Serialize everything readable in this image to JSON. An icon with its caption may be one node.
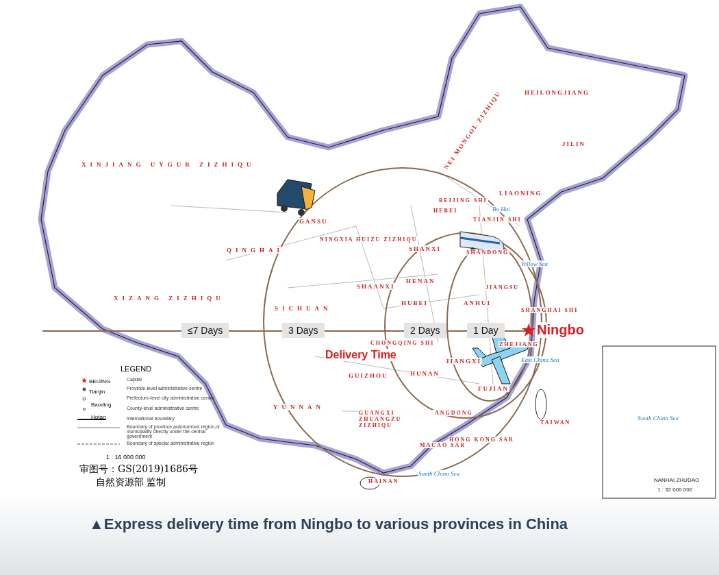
{
  "diagram": {
    "caption": "▲Express delivery time from Ningbo to various provinces in China",
    "nodes": [
      {
        "text": [
          "Ningbo"
        ]
      }
    ],
    "edges": [],
    "labels": [
      "HEILONGJIANG",
      "JILIN",
      "NEI MONGOL ZIZHIQU",
      "XINJIANG UYGUR ZIZHIQU",
      "LIAONING",
      "BEIJING SHI",
      "TIANJIN SHI",
      "HEBEI",
      "GANSU",
      "NINGXIA HUIZU ZIZHIQU",
      "SHANXI",
      "QINGHAI",
      "SHANDONG",
      "SHAANXI",
      "HENAN",
      "JIANGSU",
      "XIZANG ZIZHIQU",
      "SICHUAN",
      "HUBEI",
      "ANHUI",
      "SHANGHAI SHI",
      "CHONGQING SHI",
      "ZHEJIANG",
      "HUNAN",
      "JIANGXI",
      "GUIZHOU",
      "FUJIAN",
      "TAIWAN",
      "YUNNAN",
      "GUANGDONG",
      "GUANGXI ZHUANGZU ZIZHIQU",
      "HONG KONG SAR",
      "MACAO SAR",
      "HAINAN",
      "Bo Hai",
      "Yellow Sea",
      "East China Sea",
      "South China Sea",
      "LEGEND",
      "BEIJING",
      "Tianjin",
      "Baoding",
      "Hotan",
      "1 : 16 000 000",
      "审图号：GS(2019)1686号",
      "自然资源部 监制",
      "≤7 Days",
      "3 Days",
      "2 Days",
      "1 Day",
      "Delivery Time",
      "South China Sea",
      "NANHAI ZHUDAO",
      "1 : 32 000 000"
    ],
    "legend": [
      {
        "text": "Capital"
      },
      {
        "text": "Province-level administrative centre"
      },
      {
        "text": "Prefecture-level city administrative centre"
      },
      {
        "text": "County-level administrative centre"
      },
      {
        "text": "International boundary"
      },
      {
        "text": "Boundary of province,autonomous region,or municipality directly under the central government"
      },
      {
        "text": "Boundary of special administrative region"
      }
    ]
  }
}
